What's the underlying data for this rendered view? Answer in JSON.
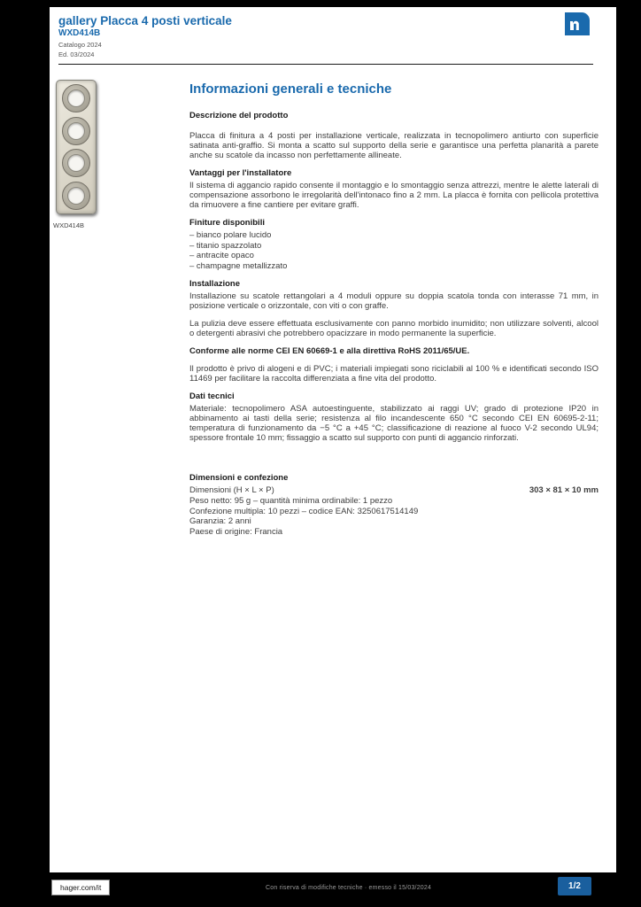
{
  "colors": {
    "brand_blue": "#1a6aad",
    "footer_box_blue": "#1a5f9e",
    "body_text": "#3d3d3d"
  },
  "header": {
    "title": "gallery Placca 4 posti verticale",
    "subtitle": "WXD414B",
    "meta1": "Catalogo 2024",
    "meta2": "Ed. 03/2024"
  },
  "product": {
    "caption": "WXD414B"
  },
  "main": {
    "heading": "Informazioni generali e tecniche",
    "subheading": "Descrizione del prodotto",
    "intro": "Placca di finitura a 4 posti per installazione verticale, realizzata in tecnopolimero antiurto con superficie satinata anti-graffio. Si monta a scatto sul supporto della serie e garantisce una perfetta planarità a parete anche su scatole da incasso non perfettamente allineate.",
    "advantages": {
      "title": "Vantaggi per l'installatore",
      "body": "Il sistema di aggancio rapido consente il montaggio e lo smontaggio senza attrezzi, mentre le alette laterali di compensazione assorbono le irregolarità dell'intonaco fino a 2 mm. La placca è fornita con pellicola protettiva da rimuovere a fine cantiere per evitare graffi."
    },
    "finishes": {
      "title": "Finiture disponibili",
      "items": [
        "– bianco polare lucido",
        "– titanio spazzolato",
        "– antracite opaco",
        "– champagne metallizzato"
      ]
    },
    "install": {
      "title": "Installazione",
      "body": "Installazione su scatole rettangolari a 4 moduli oppure su doppia scatola tonda con interasse 71 mm, in posizione verticale o orizzontale, con viti o con graffe."
    },
    "care": {
      "body": "La pulizia deve essere effettuata esclusivamente con panno morbido inumidito; non utilizzare solventi, alcool o detergenti abrasivi che potrebbero opacizzare in modo permanente la superficie.",
      "note": "Conforme alle norme CEI EN 60669-1 e alla direttiva RoHS 2011/65/UE."
    },
    "eco": "Il prodotto è privo di alogeni e di PVC; i materiali impiegati sono riciclabili al 100 % e identificati secondo ISO 11469 per facilitare la raccolta differenziata a fine vita del prodotto.",
    "tech": {
      "title": "Dati tecnici",
      "body": "Materiale: tecnopolimero ASA autoestinguente, stabilizzato ai raggi UV; grado di protezione IP20 in abbinamento ai tasti della serie; resistenza al filo incandescente 650 °C secondo CEI EN 60695-2-11; temperatura di funzionamento da −5 °C a +45 °C; classificazione di reazione al fuoco V-2 secondo UL94; spessore frontale 10 mm; fissaggio a scatto sul supporto con punti di aggancio rinforzati."
    },
    "dims": {
      "title": "Dimensioni e confezione",
      "row_label": "Dimensioni (H × L × P)",
      "row_value": "303 × 81 × 10 mm",
      "line1": "Peso netto: 95 g – quantità minima ordinabile: 1 pezzo",
      "line2": "Confezione multipla: 10 pezzi – codice EAN: 3250617514149",
      "short1": "Garanzia: 2 anni",
      "short2": "Paese di origine: Francia"
    }
  },
  "footer": {
    "website": "hager.com/it",
    "center": "Con riserva di modifiche tecniche · emesso il 15/03/2024",
    "page_label": "1/2"
  }
}
